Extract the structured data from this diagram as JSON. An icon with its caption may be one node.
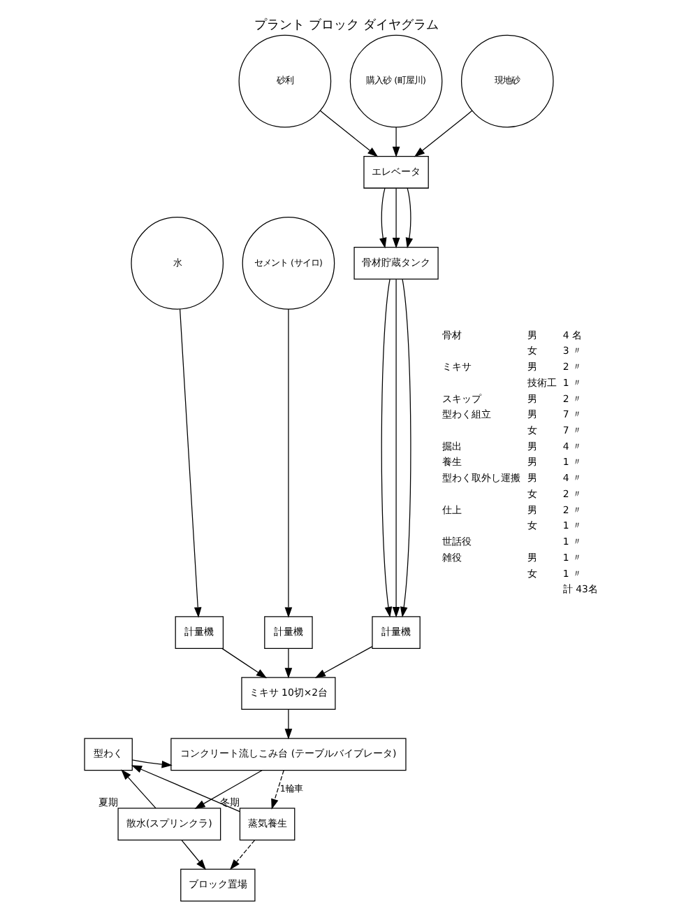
{
  "diagram": {
    "title": "プラント ブロック ダイヤグラム",
    "nodes": [
      {
        "text": [
          "砂利"
        ]
      },
      {
        "text": [
          "購入砂 (町屋川)"
        ]
      },
      {
        "text": [
          "現地砂"
        ]
      },
      {
        "text": [
          "エレベータ"
        ]
      },
      {
        "text": [
          "水"
        ]
      },
      {
        "text": [
          "セメント (サイロ)"
        ]
      },
      {
        "text": [
          "骨材貯蔵タンク"
        ]
      },
      {
        "text": [
          "計量機"
        ]
      },
      {
        "text": [
          "計量機"
        ]
      },
      {
        "text": [
          "計量機"
        ]
      },
      {
        "text": [
          "ミキサ 10切×2台"
        ]
      },
      {
        "text": [
          "コンクリート流しこみ台 (テーブルバイブレータ)"
        ]
      },
      {
        "text": [
          "型わく"
        ]
      },
      {
        "text": [
          "散水(スプリンクラ)"
        ],
        "beside": [
          "夏期"
        ]
      },
      {
        "text": [
          "蒸気養生"
        ],
        "beside": [
          "冬期"
        ]
      },
      {
        "text": [
          "ブロック置場"
        ]
      }
    ],
    "edges": [
      {
        "from": 0,
        "to": 3,
        "arrow": "to"
      },
      {
        "from": 1,
        "to": 3,
        "arrow": "to"
      },
      {
        "from": 2,
        "to": 3,
        "arrow": "to"
      },
      {
        "from": 3,
        "to": 6,
        "arrow": "to"
      },
      {
        "from": 3,
        "to": 6,
        "arrow": "to"
      },
      {
        "from": 3,
        "to": 6,
        "arrow": "to"
      },
      {
        "from": 4,
        "to": 7,
        "arrow": "to"
      },
      {
        "from": 5,
        "to": 8,
        "arrow": "to"
      },
      {
        "from": 6,
        "to": 9,
        "arrow": "to"
      },
      {
        "from": 6,
        "to": 9,
        "arrow": "to"
      },
      {
        "from": 6,
        "to": 9,
        "arrow": "to"
      },
      {
        "from": 7,
        "to": 10,
        "arrow": "to"
      },
      {
        "from": 8,
        "to": 10,
        "arrow": "to"
      },
      {
        "from": 9,
        "to": 10,
        "arrow": "to"
      },
      {
        "from": 10,
        "to": 11,
        "arrow": "to"
      },
      {
        "from": 11,
        "to": 13,
        "arrow": "to"
      },
      {
        "from": 11,
        "to": 14,
        "arrow": "to",
        "label": "1輪車",
        "style": "dashed"
      },
      {
        "from": 13,
        "to": 15,
        "arrow": "to"
      },
      {
        "from": 14,
        "to": 15,
        "arrow": "to",
        "style": "dashed"
      },
      {
        "from": 13,
        "to": 12,
        "arrow": "to"
      },
      {
        "from": 14,
        "to": 12,
        "arrow": "to"
      },
      {
        "from": 12,
        "to": 11,
        "arrow": "to"
      }
    ],
    "labels": [
      "骨材",
      "男",
      "4 名",
      "女",
      "3 〃",
      "ミキサ",
      "男",
      "2 〃",
      "技術工",
      "1 〃",
      "スキップ",
      "男",
      "2 〃",
      "型わく組立",
      "男",
      "7 〃",
      "女",
      "7 〃",
      "掘出",
      "男",
      "4 〃",
      "養生",
      "男",
      "1 〃",
      "型わく取外し運搬",
      "男",
      "4 〃",
      "女",
      "2 〃",
      "仕上",
      "男",
      "2 〃",
      "女",
      "1 〃",
      "世話役",
      "1 〃",
      "雑役",
      "男",
      "1 〃",
      "女",
      "1 〃",
      "計 43名"
    ]
  }
}
